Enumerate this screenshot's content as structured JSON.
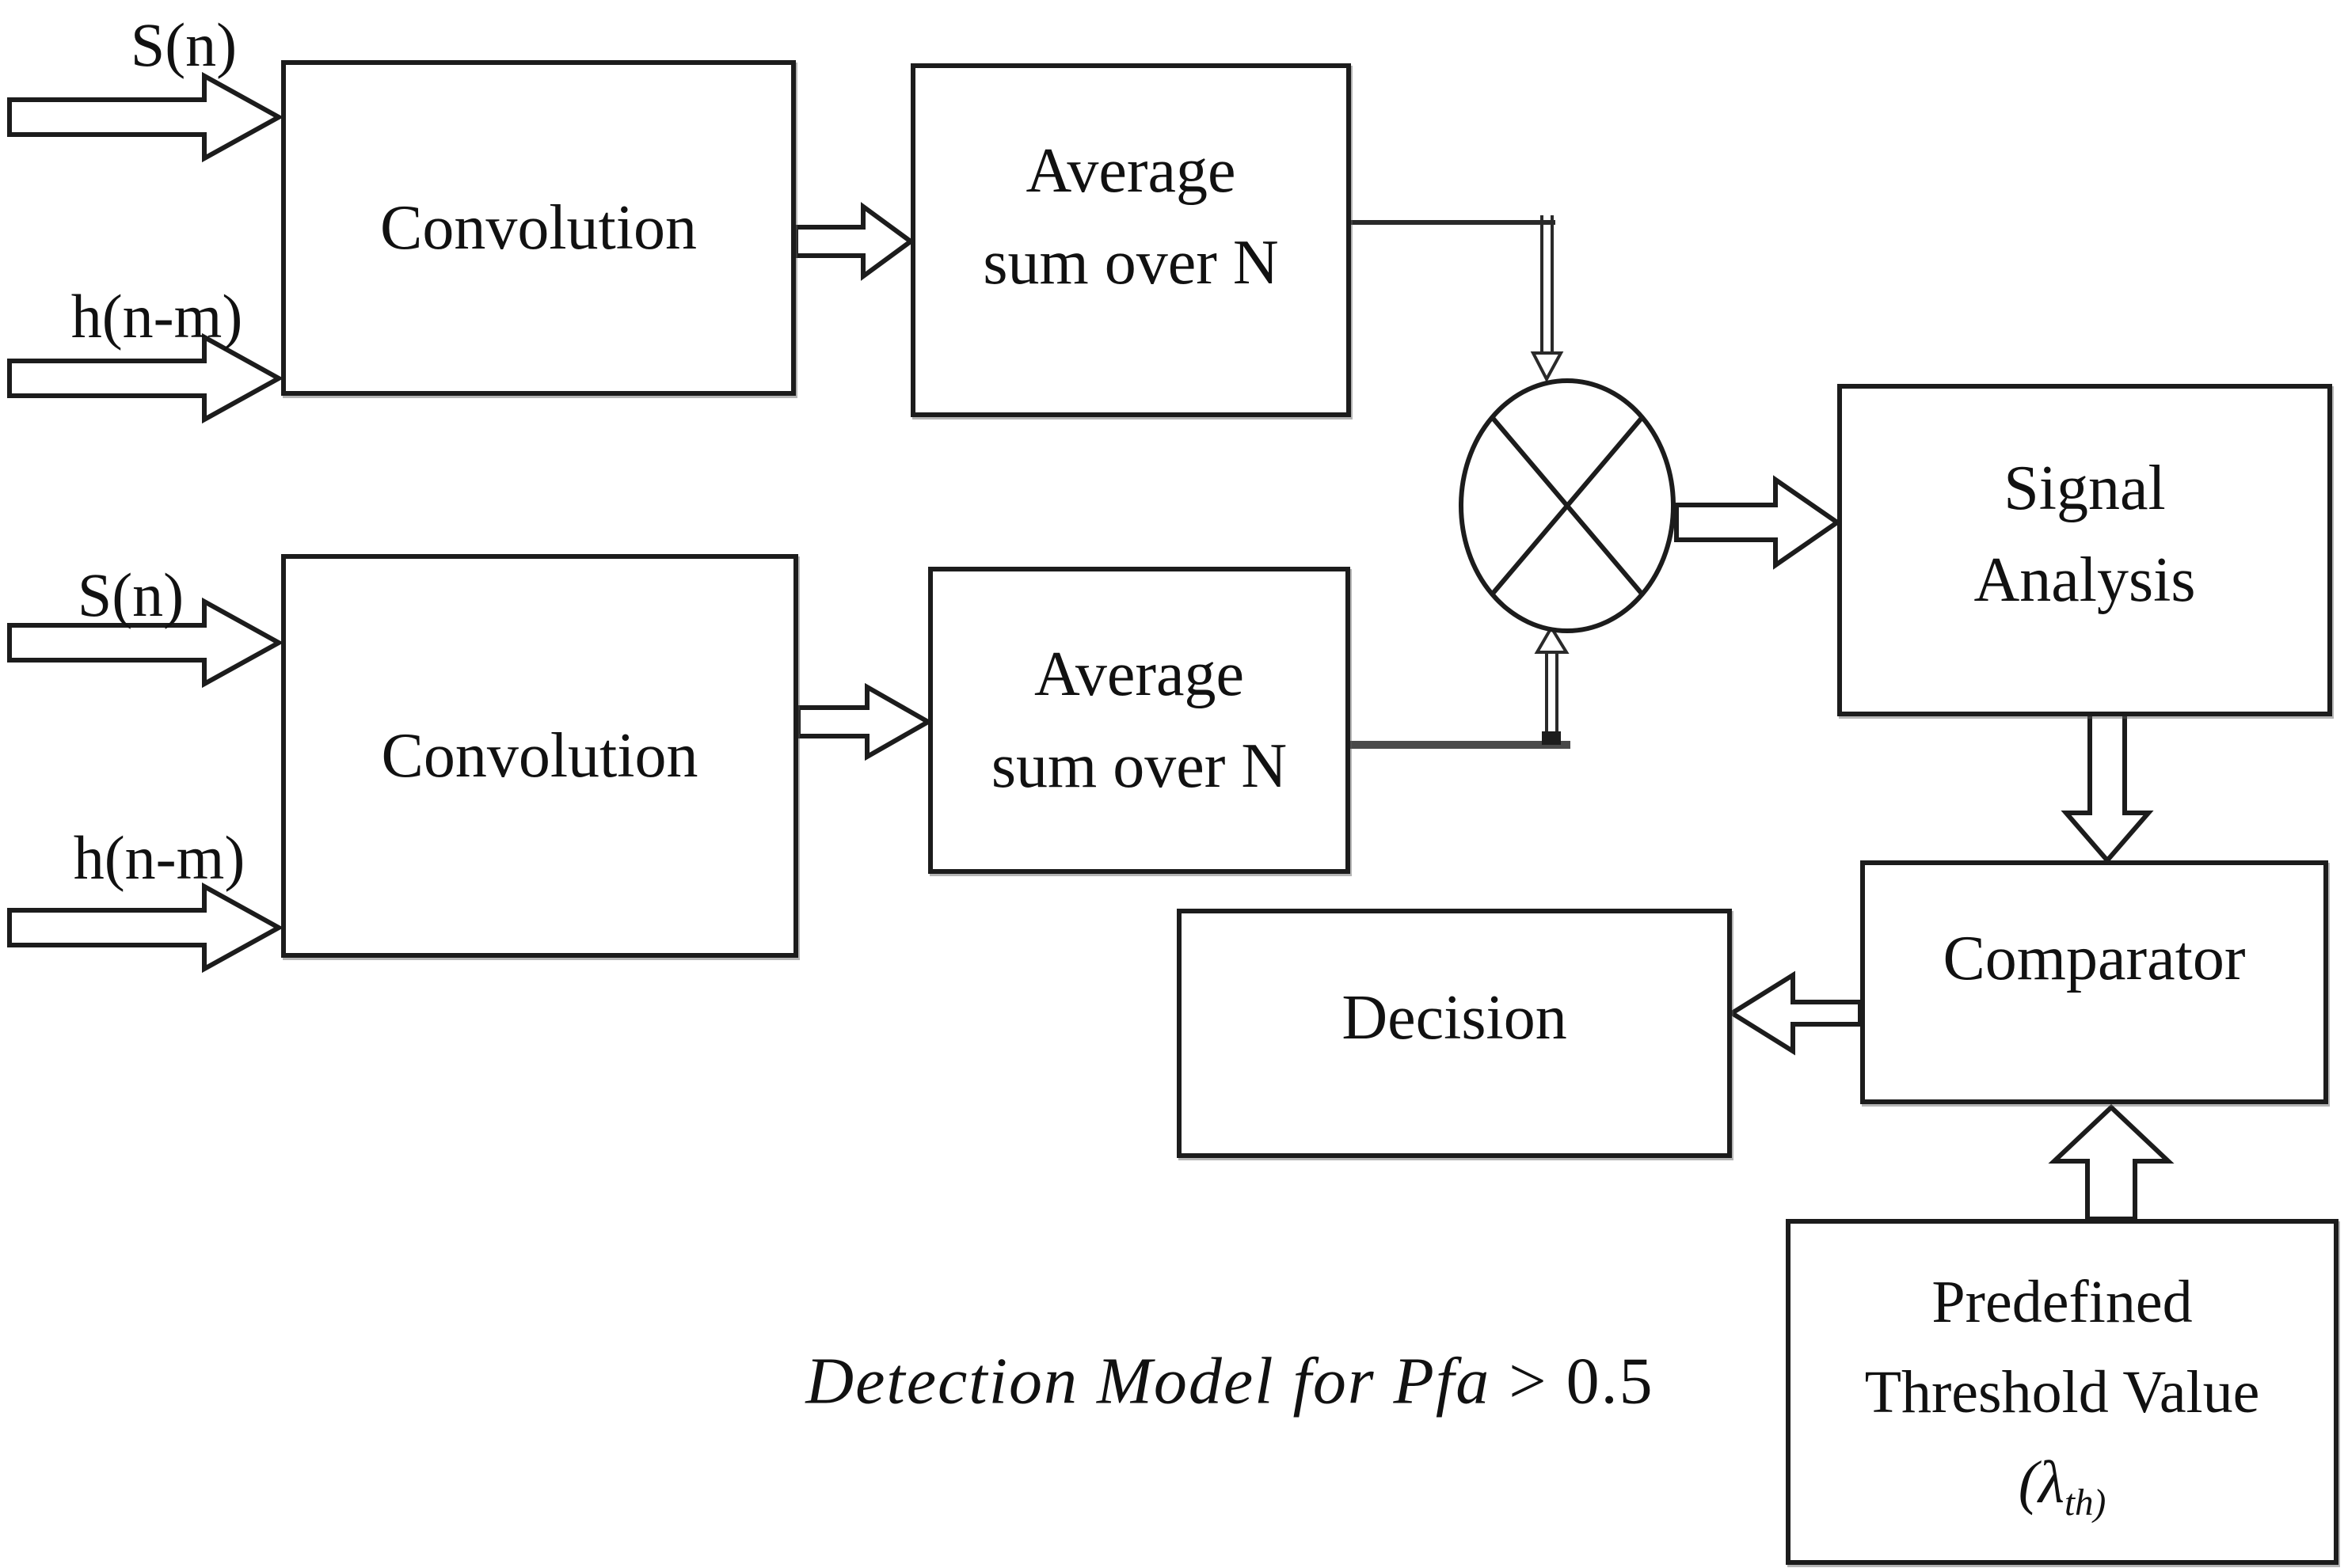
{
  "diagram": {
    "colors": {
      "line": "#1c1c1c",
      "connector_gray": "#4a4a4a",
      "background": "#ffffff",
      "text": "#111111"
    },
    "inputs": {
      "s_n_top": "S(n)",
      "h_nm_top": "h(n-m)",
      "s_n_bottom": "S(n)",
      "h_nm_bottom": "h(n-m)"
    },
    "blocks": {
      "convolution_top": "Convolution",
      "average_top": {
        "line1": "Average",
        "line2": "sum over N"
      },
      "convolution_bottom": "Convolution",
      "average_bottom": {
        "line1": "Average",
        "line2": "sum over N"
      },
      "signal_analysis": {
        "line1": "Signal",
        "line2": "Analysis"
      },
      "comparator": "Comparator",
      "decision": "Decision",
      "threshold": {
        "line1": "Predefined",
        "line2": "Threshold Value",
        "line3_main": "(λ",
        "line3_sub": "th)"
      }
    },
    "multiplier": {
      "icon": "multiply-circle"
    },
    "caption": {
      "italic": "Detection Model for Pfa",
      "normal": " > 0.5"
    }
  }
}
